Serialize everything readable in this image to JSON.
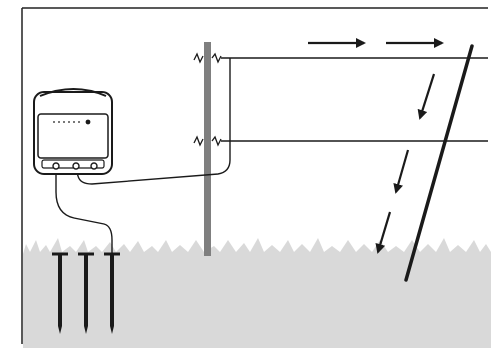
{
  "diagram": {
    "subject": "electric-fence-current-flow",
    "components": [
      {
        "id": "energizer",
        "icon": "fence-energizer-icon"
      },
      {
        "id": "fence-post",
        "icon": "post-icon"
      },
      {
        "id": "wire-top",
        "icon": "wire-icon"
      },
      {
        "id": "wire-bottom",
        "icon": "wire-icon"
      },
      {
        "id": "ground-rods",
        "icon": "ground-rod-icon",
        "count": 3
      },
      {
        "id": "animal-contact",
        "icon": "leaning-pole-icon"
      }
    ],
    "flow_arrows": {
      "horizontal": 2,
      "diagonal": 3
    },
    "colors": {
      "ground_fill": "#d9d9d9",
      "post": "#7f7f7f",
      "line": "#1a1a1a",
      "frame": "#222222"
    }
  }
}
